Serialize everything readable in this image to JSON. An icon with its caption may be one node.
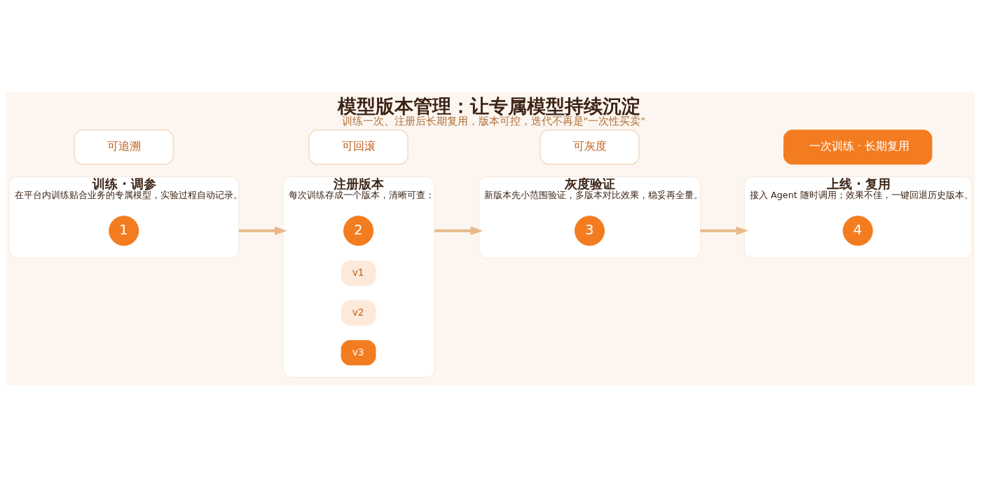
{
  "diagram": {
    "title": "模型版本管理：让专属模型持续沉淀",
    "caption": "训练一次、注册后长期复用，版本可控，迭代不再是\"一次性买卖\"",
    "nodes": [
      {
        "text": [
          "训练 · 调参",
          "在平台内训练贴合业务的专属模型，实验过程自动记录。"
        ]
      },
      {
        "text": [
          "1"
        ],
        "in": 0
      },
      {
        "text": [
          "注册版本",
          "每次训练存成一个版本，清晰可查："
        ]
      },
      {
        "text": [
          "2"
        ],
        "in": 2
      },
      {
        "text": [
          "v1"
        ],
        "in": 2
      },
      {
        "text": [
          "v2"
        ],
        "in": 2
      },
      {
        "text": [
          "v3"
        ],
        "in": 2
      },
      {
        "text": [
          "灰度验证",
          "新版本先小范围验证，多版本对比效果，稳妥再全量。"
        ]
      },
      {
        "text": [
          "3"
        ],
        "in": 7
      },
      {
        "text": [
          "上线 · 复用",
          "接入 Agent 随时调用；效果不佳，一键回退历史版本。"
        ]
      },
      {
        "text": [
          "4"
        ],
        "in": 9
      },
      {
        "text": [
          "可追溯"
        ]
      },
      {
        "text": [
          "可回滚"
        ]
      },
      {
        "text": [
          "可灰度"
        ]
      },
      {
        "text": [
          "一次训练 · 长期复用"
        ]
      }
    ],
    "edges": [
      {
        "from": 0,
        "to": 2,
        "arrow": "to"
      },
      {
        "from": 2,
        "to": 7,
        "arrow": "to"
      },
      {
        "from": 7,
        "to": 9,
        "arrow": "to"
      }
    ]
  }
}
